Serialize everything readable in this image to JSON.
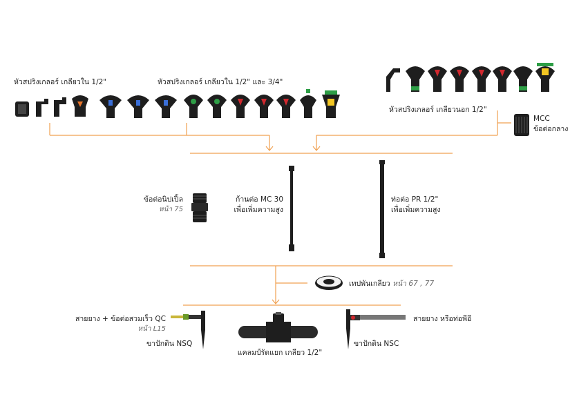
{
  "labels": {
    "group_a": "หัวสปริงเกลอร์ เกลียวใน 1/2\"",
    "group_b": "หัวสปริงเกลอร์ เกลียวใน 1/2\" และ 3/4\"",
    "group_c": "หัวสปริงเกลอร์ เกลียวนอก 1/2\"",
    "mcc_title": "MCC",
    "mcc_desc": "ข้อต่อกลาง",
    "nipple": "ข้อต่อนิปเปิ้ล",
    "nipple_page": "หน้า 75",
    "mc30_line1": "ก้านต่อ MC 30",
    "mc30_line2": "เพื่อเพิ่มความสูง",
    "pr_line1": "ท่อต่อ PR 1/2\"",
    "pr_line2": "เพื่อเพิ่มความสูง",
    "tape": "เทปพันเกลียว",
    "tape_page": "หน้า 67 , 77",
    "hose_qc": "สายยาง + ข้อต่อสวมเร็ว QC",
    "hose_qc_page": "หน้า L15",
    "nsq": "ขาปักดิน NSQ",
    "clamp": "แคลมป์รัดแยก เกลียว 1/2\"",
    "nsc": "ขาปักดิน NSC",
    "hose_pe": "สายยาง หรือท่อพีอี"
  },
  "colors": {
    "connector": "#f0a050",
    "part_dark": "#1e1e1e",
    "accent_blue": "#3a6fd8",
    "accent_red": "#d0282e",
    "accent_green": "#2e9e46",
    "accent_yellow": "#f3c623",
    "accent_orange": "#e8742a"
  },
  "sprinklers_top_left": [
    "black",
    "black",
    "black",
    "orange"
  ],
  "sprinklers_top_middle": [
    "blue",
    "blue",
    "blue",
    "green",
    "green",
    "red",
    "red",
    "red",
    "green",
    "green",
    "yellow"
  ],
  "sprinklers_top_right": [
    "black",
    "green",
    "red",
    "red",
    "red",
    "red",
    "black",
    "green",
    "yellow"
  ]
}
